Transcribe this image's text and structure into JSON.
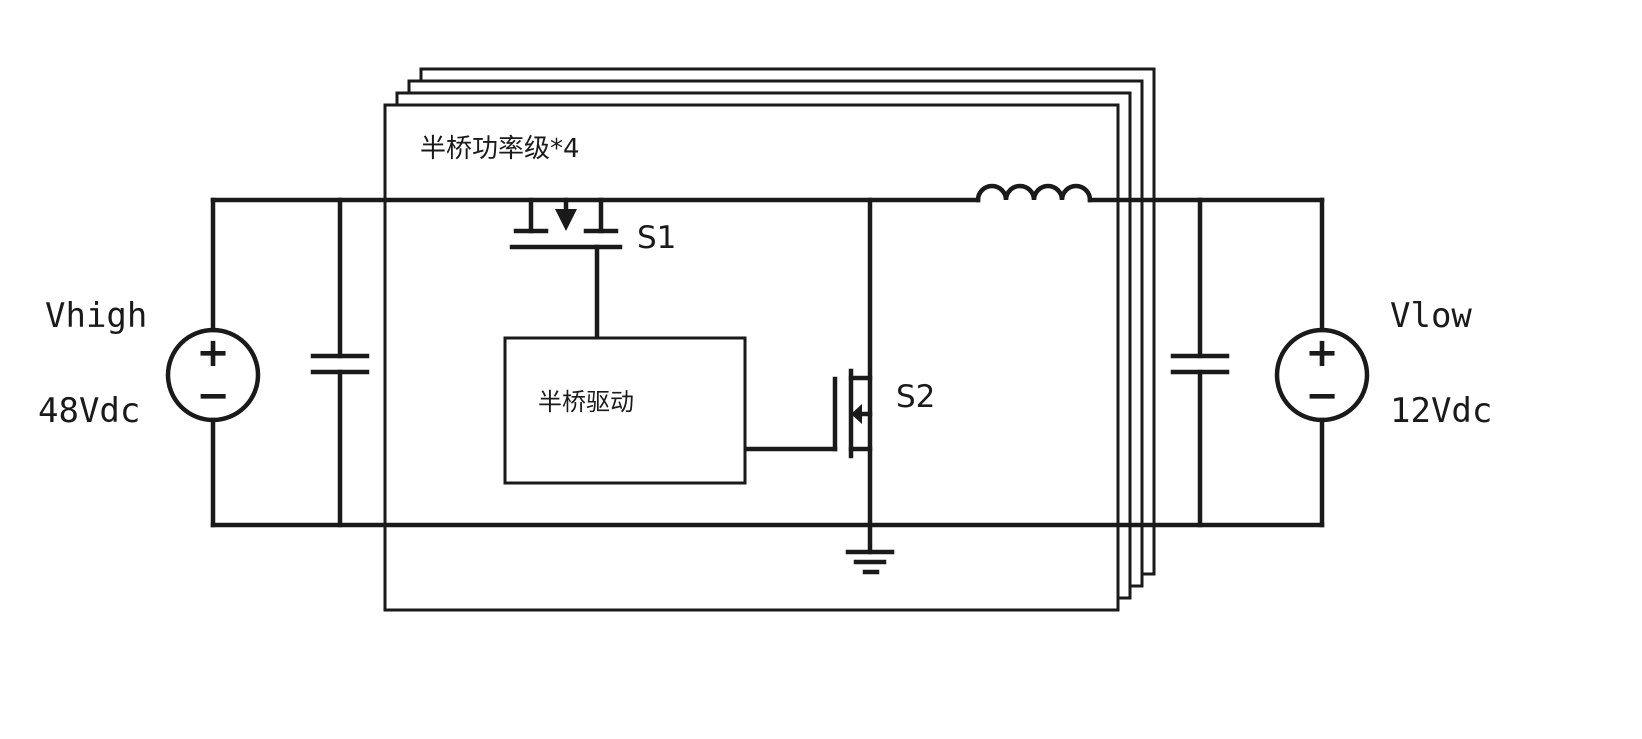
{
  "schematic": {
    "background": "#ffffff",
    "line_color": "#1a1a1a",
    "power_stage": {
      "label": "半桥功率级*4"
    },
    "driver_box": {
      "label": "半桥驱动"
    },
    "switch_s1": {
      "label": "S1"
    },
    "switch_s2": {
      "label": "S2"
    },
    "source_high": {
      "name": "Vhigh",
      "value": "48Vdc",
      "plus": "+",
      "minus": "−"
    },
    "source_low": {
      "name": "Vlow",
      "value": "12Vdc",
      "plus": "+",
      "minus": "−"
    }
  }
}
